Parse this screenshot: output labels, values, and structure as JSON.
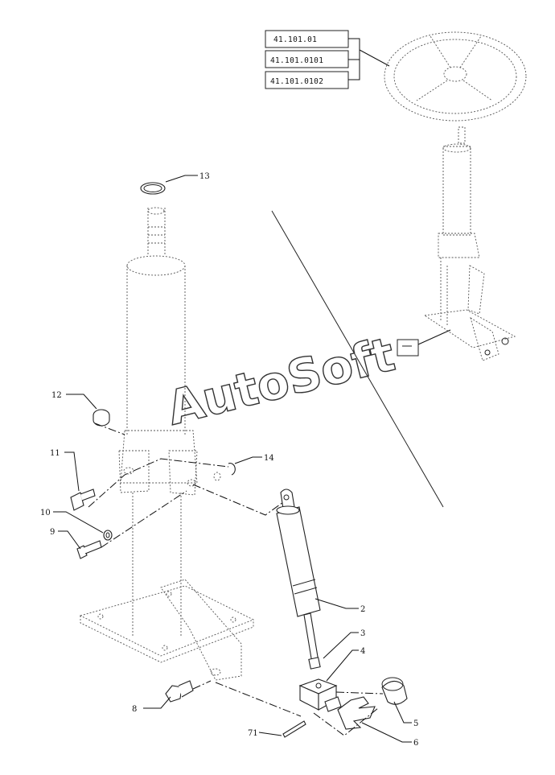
{
  "references": [
    "41.101.01",
    "41.101.0101",
    "41.101.0102"
  ],
  "watermark": "AutoSoft",
  "callouts": {
    "c13": "13",
    "c12": "12",
    "c11": "11",
    "c14": "14",
    "c10": "10",
    "c9": "9",
    "c2": "2",
    "c3": "3",
    "c4": "4",
    "c8": "8",
    "c5": "5",
    "c6": "6",
    "c71": "71"
  }
}
